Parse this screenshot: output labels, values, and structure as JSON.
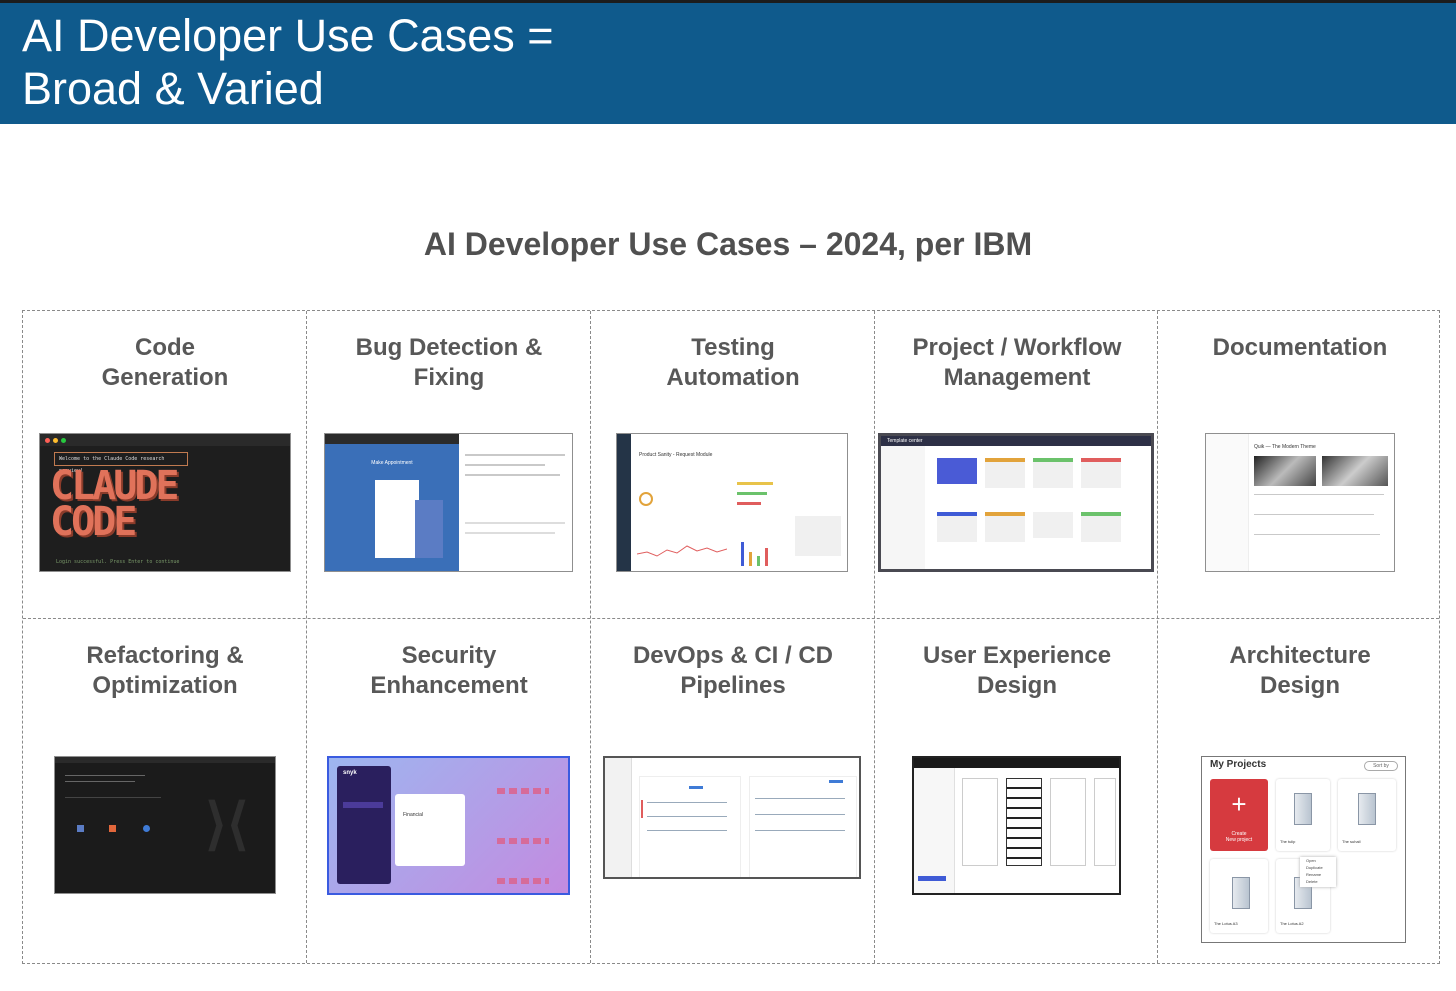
{
  "banner": {
    "title": "AI Developer Use Cases =\nBroad & Varied",
    "colors": {
      "background": "#0f5a8c",
      "text": "#ffffff"
    }
  },
  "subtitle": "AI Developer Use Cases – 2024, per IBM",
  "cells": [
    {
      "title": "Code\nGeneration"
    },
    {
      "title": "Bug Detection &\nFixing"
    },
    {
      "title": "Testing\nAutomation"
    },
    {
      "title": "Project / Workflow\nManagement"
    },
    {
      "title": "Documentation"
    },
    {
      "title": "Refactoring &\nOptimization"
    },
    {
      "title": "Security\nEnhancement"
    },
    {
      "title": "DevOps & CI / CD\nPipelines"
    },
    {
      "title": "User Experience\nDesign"
    },
    {
      "title": "Architecture\nDesign"
    }
  ],
  "screenshots": {
    "code_generation": {
      "welcome": "Welcome to the Claude Code research preview!",
      "logo": "CLAUDE\nCODE",
      "footer": "Login successful. Press Enter to continue"
    },
    "bug_detection": {
      "dialog_title": "Make Appointment"
    },
    "testing": {
      "header": "Product Sanity - Request Module"
    },
    "project": {
      "header": "Template center"
    },
    "documentation": {
      "header": "Quik — The Modern Theme"
    },
    "security": {
      "brand": "snyk",
      "org_item": "Financial"
    },
    "architecture": {
      "header": "My Projects",
      "sort": "Sort by",
      "create": "Create\nNew project",
      "projects": [
        "The tulip",
        "The suhail",
        "The Lotus A3",
        "The Lotus A2"
      ],
      "menu": [
        "Open",
        "Duplicate",
        "Rename",
        "Delete"
      ],
      "accent": "#d63a3f"
    }
  }
}
